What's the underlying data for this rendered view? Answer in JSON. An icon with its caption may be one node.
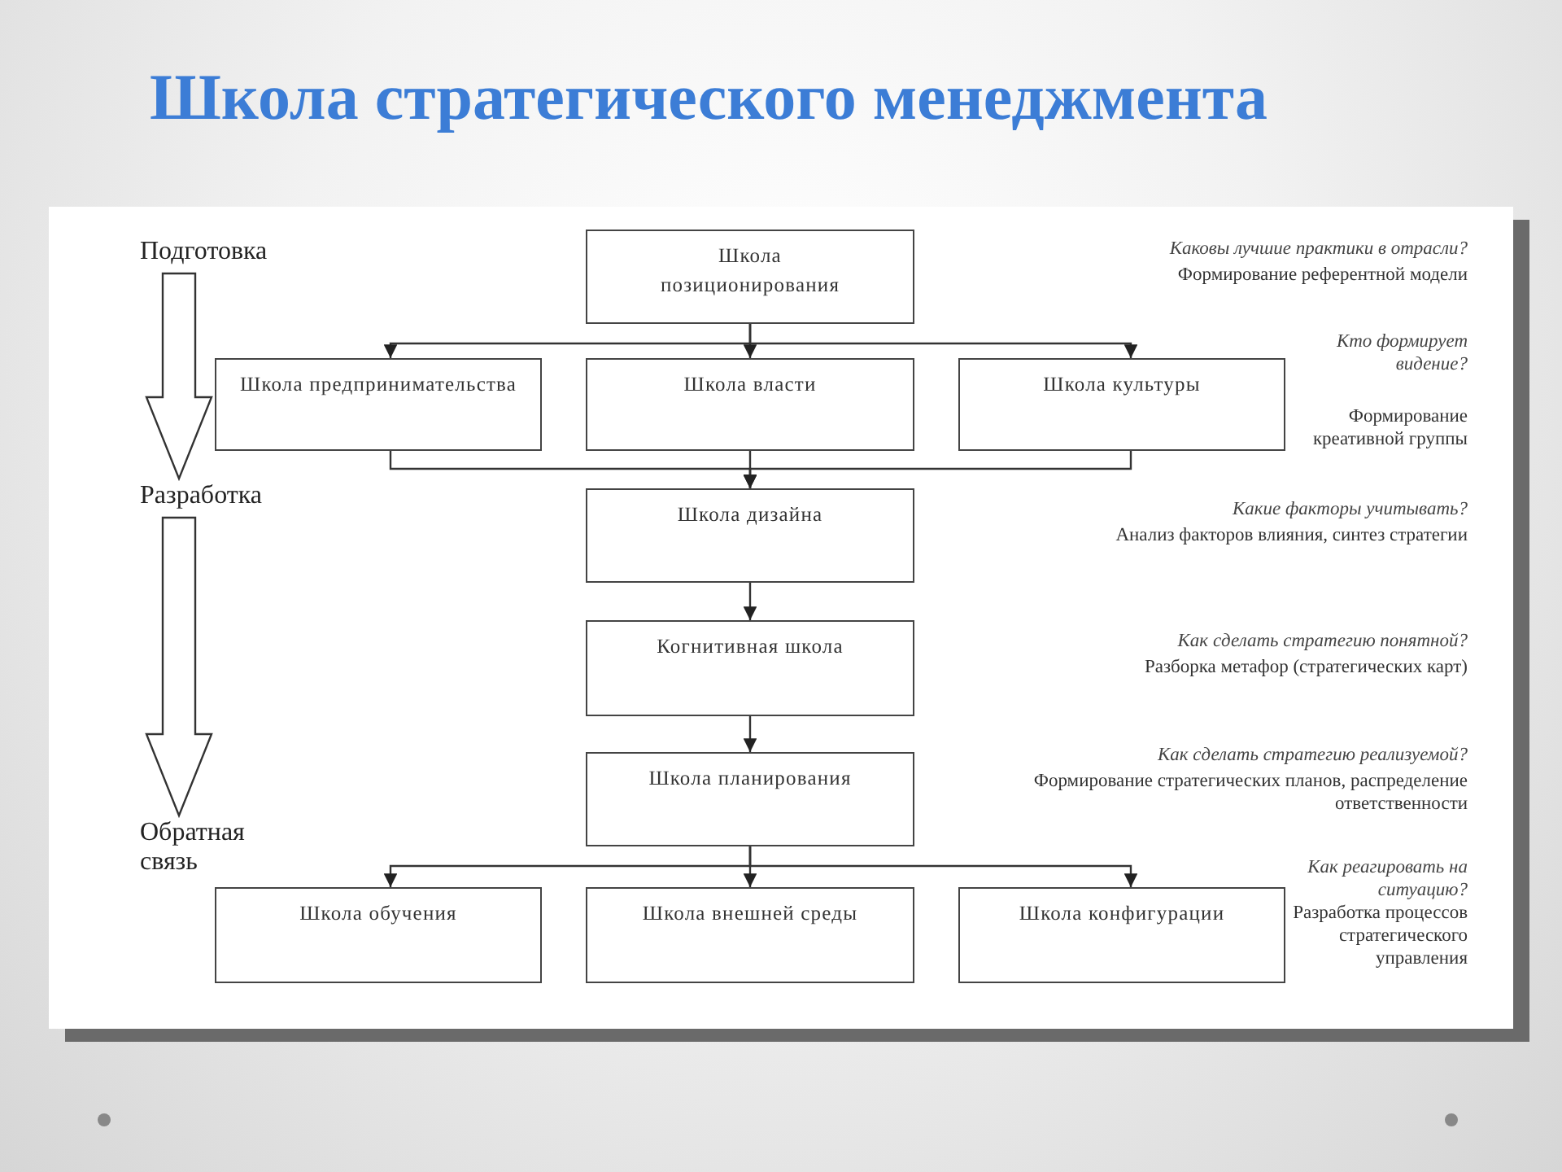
{
  "diagram": {
    "title": "Школа стратегического менеджмента",
    "nodes": [
      {
        "text": [
          "Подготовка"
        ]
      },
      {
        "text": [
          "Школа позиционирования"
        ]
      },
      {
        "text": [
          "Школа предпринимательства"
        ]
      },
      {
        "text": [
          "Школа власти"
        ]
      },
      {
        "text": [
          "Школа культуры"
        ]
      },
      {
        "text": [
          "Разработка"
        ]
      },
      {
        "text": [
          "Школа дизайна"
        ]
      },
      {
        "text": [
          "Когнитивная школа"
        ]
      },
      {
        "text": [
          "Школа планирования"
        ]
      },
      {
        "text": [
          "Обратная связь"
        ]
      },
      {
        "text": [
          "Школа обучения"
        ]
      },
      {
        "text": [
          "Школа внешней среды"
        ]
      },
      {
        "text": [
          "Школа конфигурации"
        ]
      }
    ],
    "edges": [
      {
        "from": 0,
        "to": 5,
        "arrow": "to",
        "style": "thick"
      },
      {
        "from": 5,
        "to": 9,
        "arrow": "to",
        "style": "thick"
      },
      {
        "from": 1,
        "to": 2,
        "arrow": "to"
      },
      {
        "from": 1,
        "to": 3,
        "arrow": "to"
      },
      {
        "from": 1,
        "to": 4,
        "arrow": "to"
      },
      {
        "from": 2,
        "to": 6,
        "arrow": "to"
      },
      {
        "from": 3,
        "to": 6,
        "arrow": "to"
      },
      {
        "from": 4,
        "to": 6,
        "arrow": "to"
      },
      {
        "from": 6,
        "to": 7,
        "arrow": "to"
      },
      {
        "from": 7,
        "to": 8,
        "arrow": "to"
      },
      {
        "from": 8,
        "to": 10,
        "arrow": "to"
      },
      {
        "from": 8,
        "to": 11,
        "arrow": "to"
      },
      {
        "from": 8,
        "to": 12,
        "arrow": "to"
      }
    ],
    "labels": [
      "Каковы лучшие практики в отрасли?",
      "Формирование референтной модели",
      "Кто формирует видение?",
      "Формирование креативной группы",
      "Какие факторы учитывать?",
      "Анализ факторов влияния, синтез стратегии",
      "Как сделать стратегию понятной?",
      "Разборка метафор (стратегических карт)",
      "Как сделать стратегию реализуемой?",
      "Формирование стратегических планов, распределение ответственности",
      "Как реагировать на ситуацию?",
      "Разработка процессов стратегического управления"
    ]
  }
}
